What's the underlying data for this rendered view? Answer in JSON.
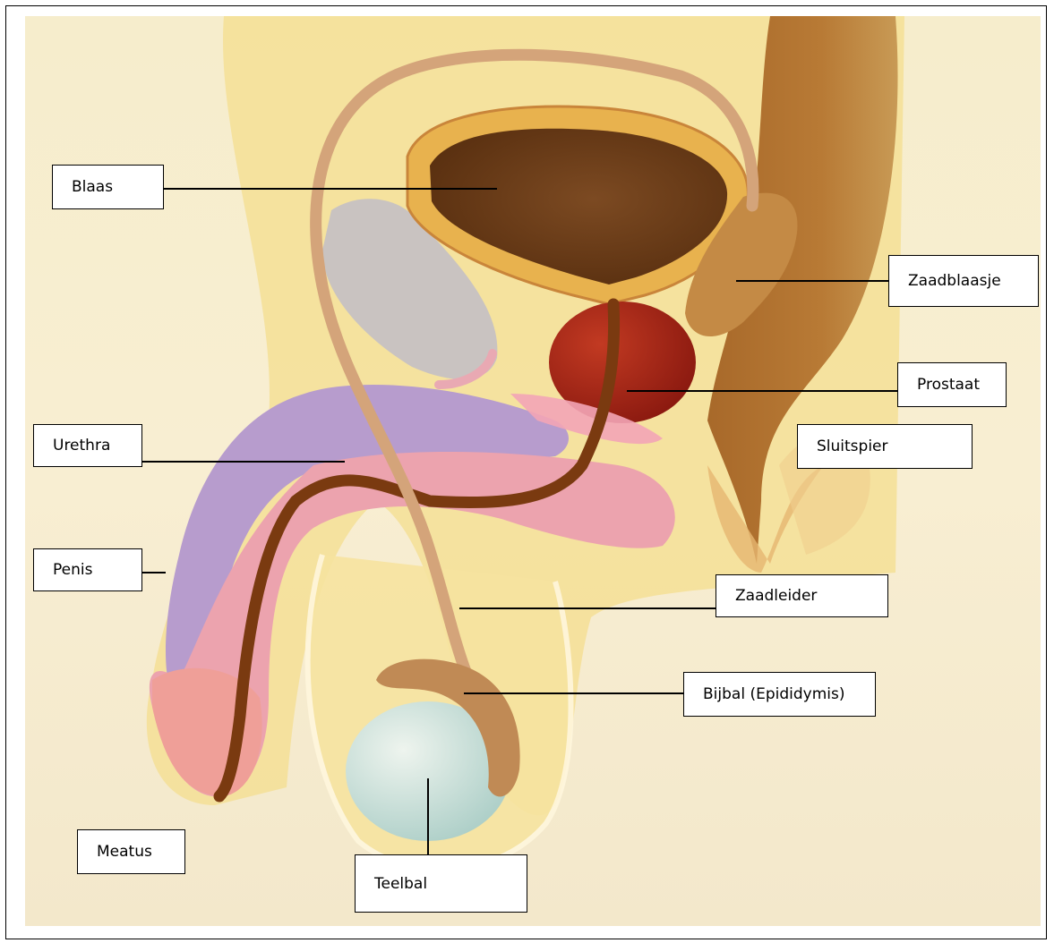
{
  "diagram": {
    "labels": {
      "blaas": "Blaas",
      "zaadblaasje": "Zaadblaasje",
      "prostaat": "Prostaat",
      "sluitspier": "Sluitspier",
      "urethra": "Urethra",
      "penis": "Penis",
      "zaadleider": "Zaadleider",
      "bijbal": "Bijbal (Epididymis)",
      "meatus": "Meatus",
      "teelbal": "Teelbal"
    }
  }
}
